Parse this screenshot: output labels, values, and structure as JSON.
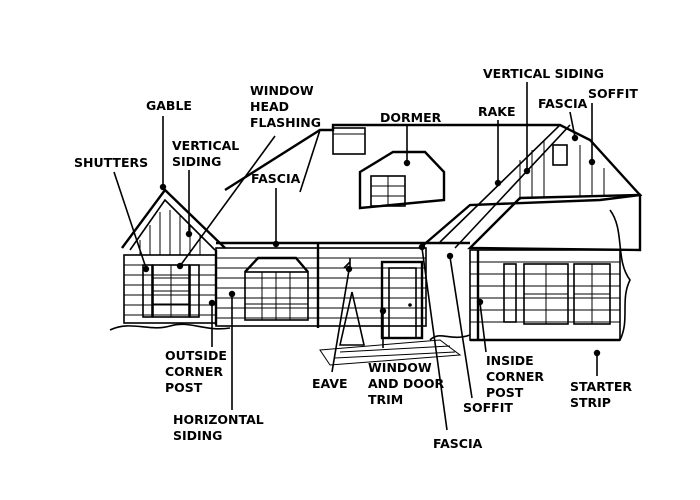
{
  "labels": {
    "gable": "GABLE",
    "window_head_flashing": [
      "WINDOW",
      "HEAD",
      "FLASHING"
    ],
    "dormer": "DORMER",
    "vertical_siding_top": "VERTICAL SIDING",
    "rake": "RAKE",
    "fascia_top": "FASCIA",
    "soffit_top": "SOFFIT",
    "shutters": "SHUTTERS",
    "vertical_siding_left": [
      "VERTICAL",
      "SIDING"
    ],
    "fascia_mid": "FASCIA",
    "outside_corner_post": [
      "OUTSIDE",
      "CORNER",
      "POST"
    ],
    "eave": "EAVE",
    "window_and_door_trim": [
      "WINDOW",
      "AND DOOR",
      "TRIM"
    ],
    "inside_corner_post": [
      "INSIDE",
      "CORNER",
      "POST"
    ],
    "starter_strip": [
      "STARTER",
      "STRIP"
    ],
    "horizontal_siding": [
      "HORIZONTAL",
      "SIDING"
    ],
    "soffit_bottom": "SOFFIT",
    "fascia_bottom": "FASCIA"
  }
}
